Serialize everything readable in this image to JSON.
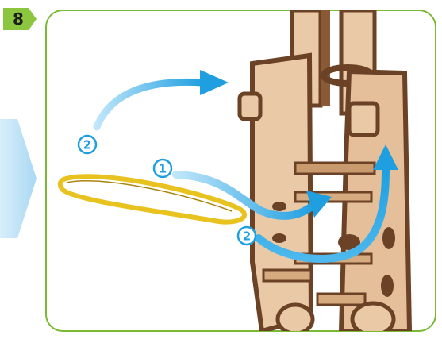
{
  "step": {
    "number": "8"
  },
  "callouts": [
    {
      "label": "2"
    },
    {
      "label": "1"
    },
    {
      "label": "2"
    }
  ],
  "colors": {
    "border_green": "#79b933",
    "arrow_blue": "#1f9fe0",
    "rubber_band": "#e8c21e",
    "wood_light": "#e9c9a6",
    "wood_dark": "#6b4226"
  },
  "icons": [
    "step-badge-icon",
    "next-step-arrow-icon",
    "rubber-band-icon",
    "wooden-model-icon",
    "curved-arrow-icon"
  ]
}
